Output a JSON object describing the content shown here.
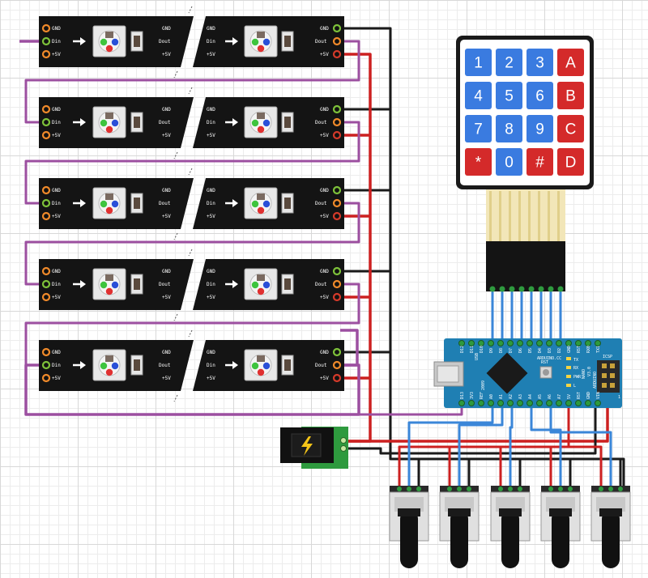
{
  "strip_pin_labels": {
    "gnd": "GND",
    "din": "Din",
    "dout": "Dout",
    "v5": "+5V"
  },
  "strip_count": 5,
  "keypad": {
    "rows": [
      [
        {
          "label": "1",
          "color": "#3a7be0"
        },
        {
          "label": "2",
          "color": "#3a7be0"
        },
        {
          "label": "3",
          "color": "#3a7be0"
        },
        {
          "label": "A",
          "color": "#d42a2a"
        }
      ],
      [
        {
          "label": "4",
          "color": "#3a7be0"
        },
        {
          "label": "5",
          "color": "#3a7be0"
        },
        {
          "label": "6",
          "color": "#3a7be0"
        },
        {
          "label": "B",
          "color": "#d42a2a"
        }
      ],
      [
        {
          "label": "7",
          "color": "#3a7be0"
        },
        {
          "label": "8",
          "color": "#3a7be0"
        },
        {
          "label": "9",
          "color": "#3a7be0"
        },
        {
          "label": "C",
          "color": "#d42a2a"
        }
      ],
      [
        {
          "label": "*",
          "color": "#d42a2a"
        },
        {
          "label": "0",
          "color": "#3a7be0"
        },
        {
          "label": "#",
          "color": "#d42a2a"
        },
        {
          "label": "D",
          "color": "#d42a2a"
        }
      ]
    ]
  },
  "nano": {
    "board_text": [
      "ARDUINO.CC",
      "NANO",
      "V3.0",
      "ARDUINO"
    ],
    "top_pins": [
      "D12",
      "D11",
      "D10",
      "D9",
      "D8",
      "D7",
      "D6",
      "D5",
      "D4",
      "D3",
      "D2",
      "GND",
      "RST",
      "RX0",
      "TX1"
    ],
    "bottom_pins": [
      "D13",
      "3V3",
      "REF",
      "A0",
      "A1",
      "A2",
      "A3",
      "A4",
      "A5",
      "A6",
      "A7",
      "5V",
      "RST",
      "GND",
      "VIN"
    ],
    "side_labels": [
      "USB",
      "2009"
    ],
    "led_labels": [
      "TX",
      "RX",
      "PWR",
      "L"
    ],
    "button_label": "RST",
    "header_label": "ICSP",
    "pin1_label": "1"
  },
  "power_jack": {
    "icon": "lightning-bolt-icon"
  },
  "potentiometer_count": 5,
  "wire_colors": {
    "data": "#9c4fa0",
    "power": "#cc2020",
    "ground": "#1a1a1a",
    "signal": "#3a86d8"
  }
}
